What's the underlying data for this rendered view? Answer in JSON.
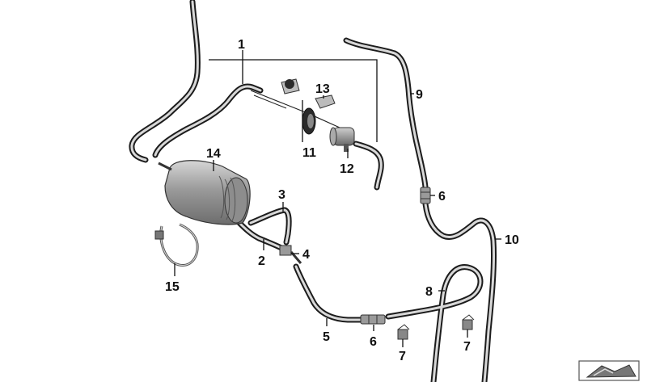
{
  "callouts": {
    "c1": "1",
    "c2": "2",
    "c3": "3",
    "c4": "4",
    "c5": "5",
    "c6a": "6",
    "c6b": "6",
    "c7a": "7",
    "c7b": "7",
    "c8": "8",
    "c9": "9",
    "c10": "10",
    "c11": "11",
    "c12": "12",
    "c13": "13",
    "c14": "14",
    "c15": "15"
  },
  "icons": {
    "corner_badge": "vehicle-outline-icon"
  },
  "colors": {
    "hose": "#1c1c1c",
    "hose_highlight": "#d8d8d8",
    "canister": "#b9b9b9"
  }
}
